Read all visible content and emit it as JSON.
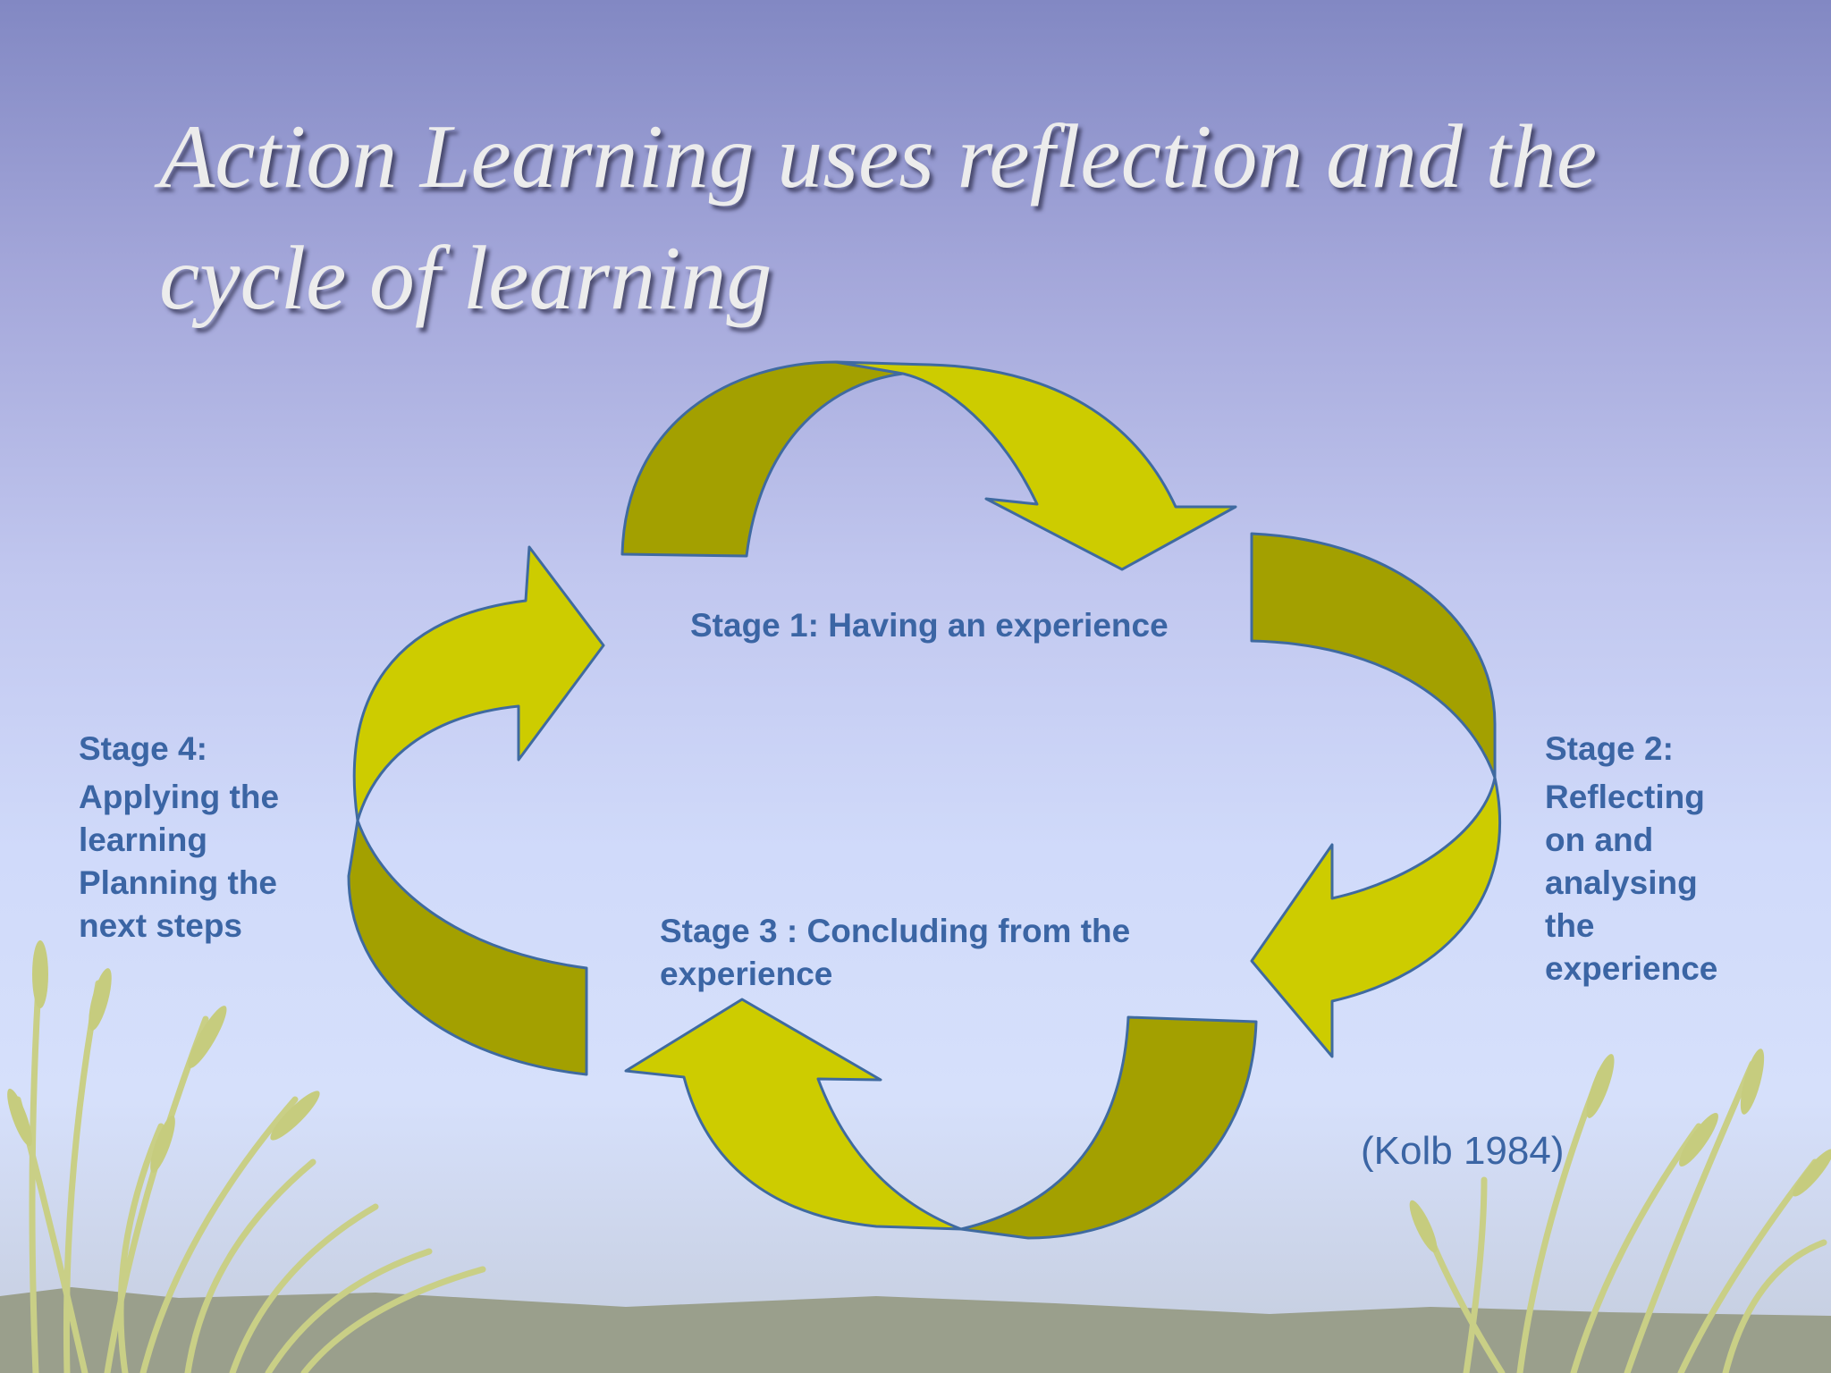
{
  "title": "Action Learning uses reflection and the cycle of learning",
  "colors": {
    "arrow_light": "#cdcc00",
    "arrow_dark": "#a3a000",
    "arrow_outline": "#3f6aa0",
    "label_text": "#3b65a4",
    "title_text": "#ececec"
  },
  "stages": {
    "stage1": {
      "label": "Stage 1: Having an experience"
    },
    "stage2": {
      "head": "Stage 2:",
      "body": [
        "Reflecting",
        "on and",
        "analysing",
        "the",
        "experience"
      ]
    },
    "stage3": {
      "label": [
        "Stage 3 : Concluding from the",
        "experience"
      ]
    },
    "stage4": {
      "head": "Stage 4:",
      "body": [
        "Applying the",
        "learning",
        "Planning the",
        "next steps"
      ]
    }
  },
  "citation": "(Kolb 1984)"
}
